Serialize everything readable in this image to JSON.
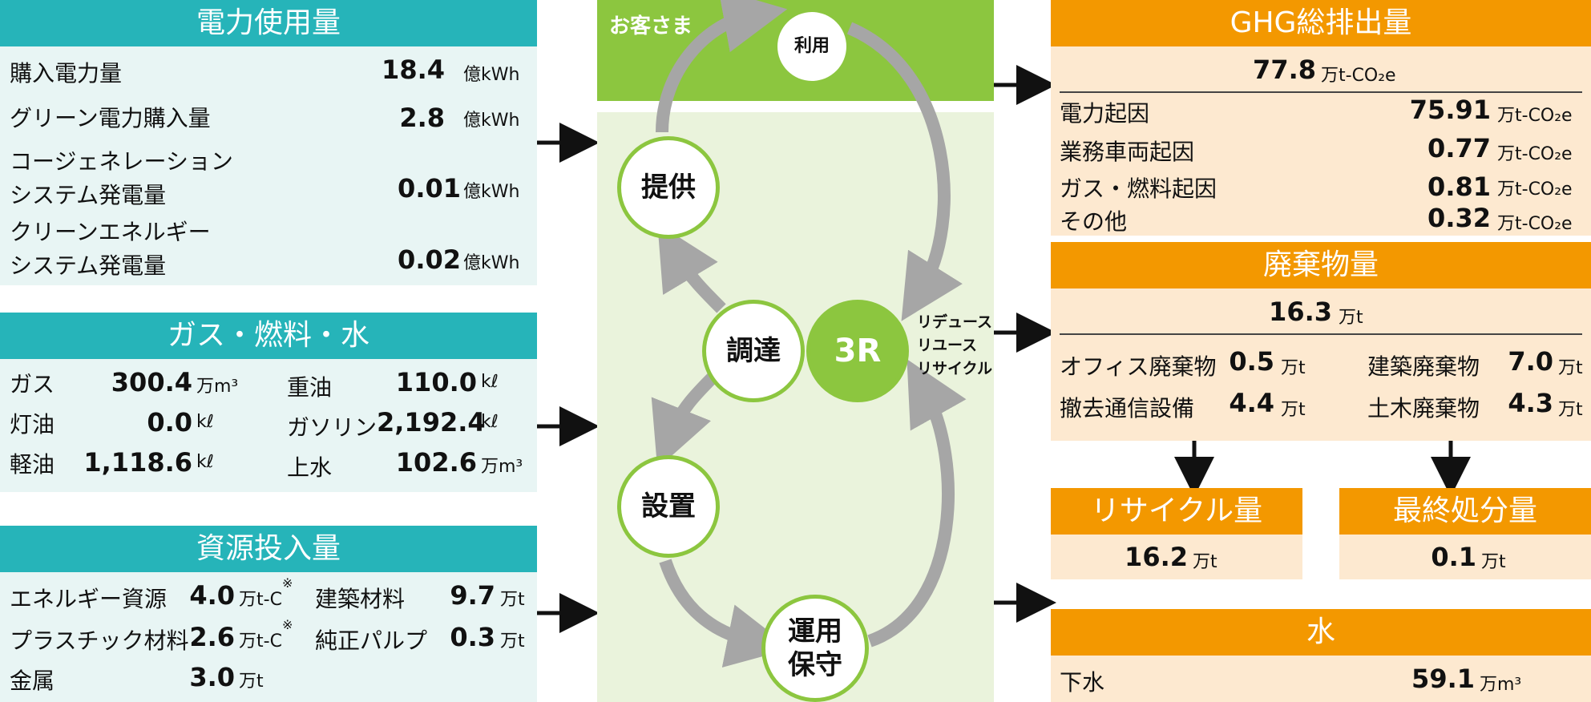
{
  "power": {
    "title": "電力使用量",
    "rows": [
      {
        "label": "購入電力量",
        "value": "18.4",
        "unit": "億kWh"
      },
      {
        "label": "グリーン電力購入量",
        "value": "2.8",
        "unit": "億kWh"
      },
      {
        "label_1": "コージェネレーション",
        "label_2": "システム発電量",
        "value": "0.01",
        "unit": "億kWh"
      },
      {
        "label_1": "クリーンエネルギー",
        "label_2": "システム発電量",
        "value": "0.02",
        "unit": "億kWh"
      }
    ]
  },
  "gas": {
    "title": "ガス・燃料・水",
    "left": [
      {
        "label": "ガス",
        "value": "300.4",
        "unit": "万m³"
      },
      {
        "label": "灯油",
        "value": "0.0",
        "unit": "kℓ"
      },
      {
        "label": "軽油",
        "value": "1,118.6",
        "unit": "kℓ"
      }
    ],
    "right": [
      {
        "label": "重油",
        "value": "110.0",
        "unit": "kℓ"
      },
      {
        "label": "ガソリン",
        "value": "2,192.4",
        "unit": "kℓ"
      },
      {
        "label": "上水",
        "value": "102.6",
        "unit": "万m³"
      }
    ]
  },
  "resources": {
    "title": "資源投入量",
    "left": [
      {
        "label": "エネルギー資源",
        "value": "4.0",
        "unit": "万t-C",
        "note": "※"
      },
      {
        "label": "プラスチック材料",
        "value": "2.6",
        "unit": "万t-C",
        "note": "※"
      },
      {
        "label": "金属",
        "value": "3.0",
        "unit": "万t"
      }
    ],
    "right": [
      {
        "label": "建築材料",
        "value": "9.7",
        "unit": "万t"
      },
      {
        "label": "純正パルプ",
        "value": "0.3",
        "unit": "万t"
      }
    ]
  },
  "cycle": {
    "customer": "お客さま",
    "use": "利用",
    "provide": "提供",
    "procure": "調達",
    "three_r": "3R",
    "install": "設置",
    "operate_1": "運用",
    "operate_2": "保守",
    "reduce": "リデュース",
    "reuse": "リユース",
    "recycle": "リサイクル"
  },
  "ghg": {
    "title": "GHG総排出量",
    "total": "77.8",
    "total_unit": "万t-CO₂e",
    "rows": [
      {
        "label": "電力起因",
        "value": "75.91",
        "unit": "万t-CO₂e"
      },
      {
        "label": "業務車両起因",
        "value": "0.77",
        "unit": "万t-CO₂e"
      },
      {
        "label": "ガス・燃料起因",
        "value": "0.81",
        "unit": "万t-CO₂e"
      },
      {
        "label": "その他",
        "value": "0.32",
        "unit": "万t-CO₂e"
      }
    ]
  },
  "waste": {
    "title": "廃棄物量",
    "total": "16.3",
    "total_unit": "万t",
    "left": [
      {
        "label": "オフィス廃棄物",
        "value": "0.5",
        "unit": "万t"
      },
      {
        "label": "撤去通信設備",
        "value": "4.4",
        "unit": "万t"
      }
    ],
    "right": [
      {
        "label": "建築廃棄物",
        "value": "7.0",
        "unit": "万t"
      },
      {
        "label": "土木廃棄物",
        "value": "4.3",
        "unit": "万t"
      }
    ]
  },
  "recycle": {
    "title": "リサイクル量",
    "value": "16.2",
    "unit": "万t"
  },
  "final": {
    "title": "最終処分量",
    "value": "0.1",
    "unit": "万t"
  },
  "water": {
    "title": "水",
    "rows": [
      {
        "label": "下水",
        "value": "59.1",
        "unit": "万m³"
      }
    ]
  },
  "colors": {
    "teal": "#26b4b9",
    "teal_bg": "#e8f5f4",
    "green": "#8cc63f",
    "green_bg": "#eaf3dc",
    "orange": "#f39800",
    "orange_bg": "#fde9d0",
    "gray_arrow": "#a6a6a6"
  }
}
